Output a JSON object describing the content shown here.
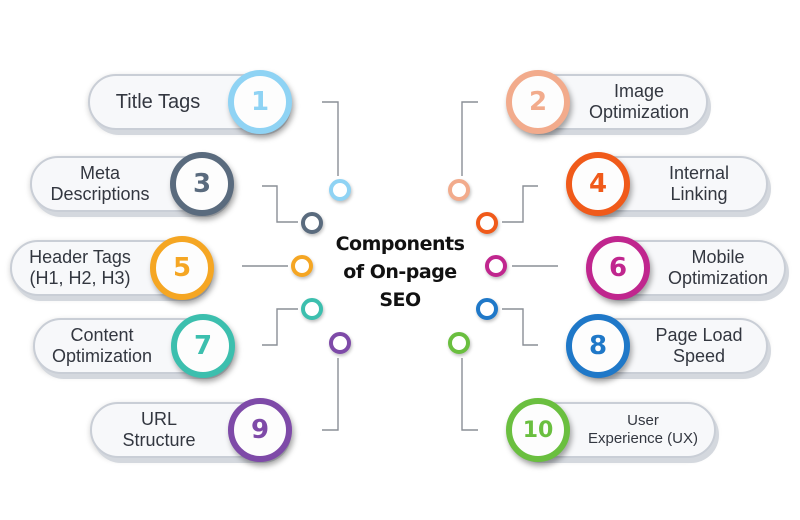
{
  "title": {
    "line1": "Components",
    "line2": "of On-page SEO"
  },
  "items": [
    {
      "number": "1",
      "lines": [
        "Title Tags"
      ],
      "color": "#8fd3f4"
    },
    {
      "number": "2",
      "lines": [
        "Image",
        "Optimization"
      ],
      "color": "#f2ab8c"
    },
    {
      "number": "3",
      "lines": [
        "Meta",
        "Descriptions"
      ],
      "color": "#5a6b7e"
    },
    {
      "number": "4",
      "lines": [
        "Internal",
        "Linking"
      ],
      "color": "#f05a1a"
    },
    {
      "number": "5",
      "lines": [
        "Header Tags",
        "(H1, H2, H3)"
      ],
      "color": "#f5a623"
    },
    {
      "number": "6",
      "lines": [
        "Mobile",
        "Optimization"
      ],
      "color": "#c0268e"
    },
    {
      "number": "7",
      "lines": [
        "Content",
        "Optimization"
      ],
      "color": "#3cbfae"
    },
    {
      "number": "8",
      "lines": [
        "Page Load",
        "Speed"
      ],
      "color": "#1f78c8"
    },
    {
      "number": "9",
      "lines": [
        "URL",
        "Structure"
      ],
      "color": "#7e4aa8"
    },
    {
      "number": "10",
      "lines": [
        "User",
        "Experience (UX)"
      ],
      "color": "#6abf3f"
    }
  ],
  "connector_color": "#8a8f96"
}
